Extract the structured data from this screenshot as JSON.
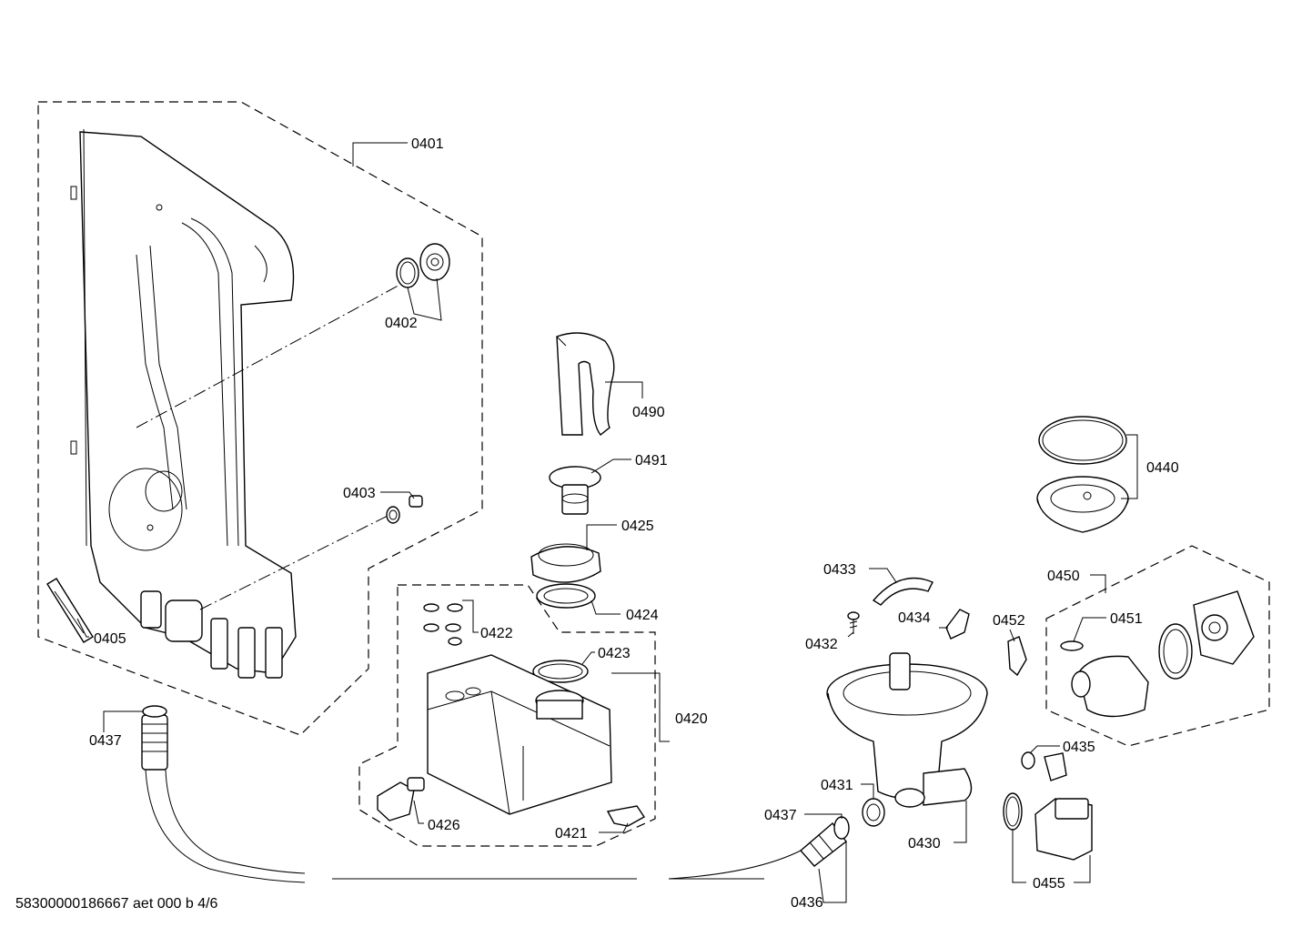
{
  "parts": {
    "p0401": "0401",
    "p0402": "0402",
    "p0403": "0403",
    "p0405": "0405",
    "p0437a": "0437",
    "p0490": "0490",
    "p0491": "0491",
    "p0425": "0425",
    "p0424": "0424",
    "p0422": "0422",
    "p0423": "0423",
    "p0420": "0420",
    "p0426": "0426",
    "p0421": "0421",
    "p0433": "0433",
    "p0432": "0432",
    "p0434": "0434",
    "p0452": "0452",
    "p0440": "0440",
    "p0450": "0450",
    "p0451": "0451",
    "p0435": "0435",
    "p0431": "0431",
    "p0437b": "0437",
    "p0430": "0430",
    "p0455": "0455",
    "p0436": "0436"
  },
  "footer": {
    "code": "58300000186667 aet 000 b 4/6"
  }
}
